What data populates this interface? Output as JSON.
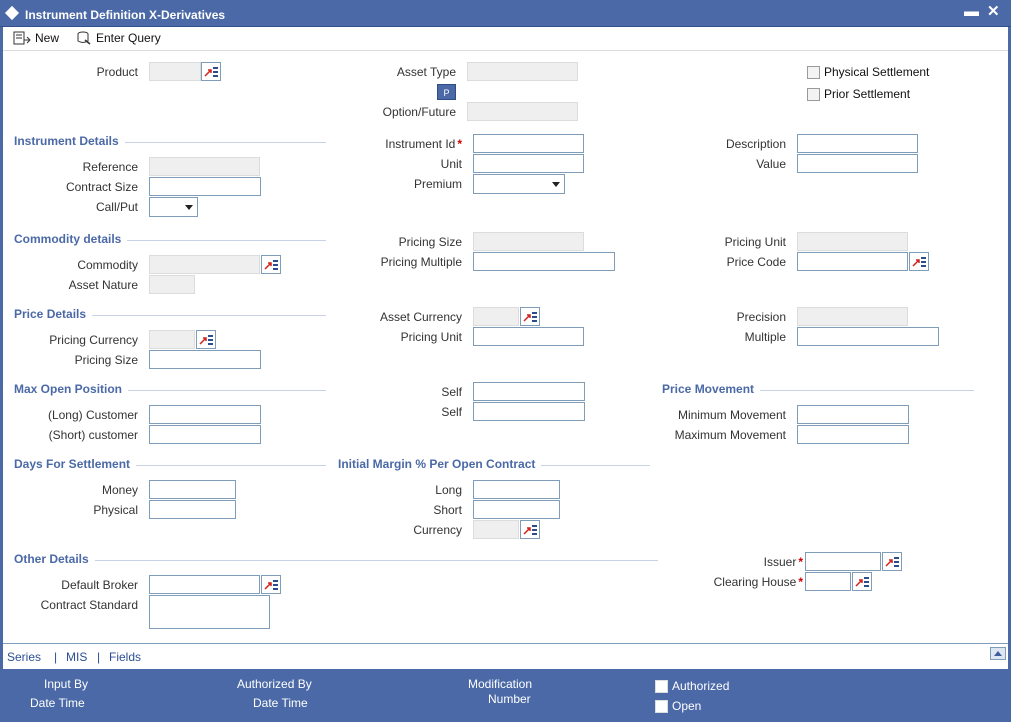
{
  "window": {
    "title": "Instrument Definition X-Derivatives",
    "minimize": "▬",
    "close": "✕"
  },
  "toolbar": {
    "new_label": "New",
    "enter_query_label": "Enter Query"
  },
  "header": {
    "product_label": "Product",
    "asset_type_label": "Asset Type",
    "p_button": "P",
    "option_future_label": "Option/Future",
    "physical_settlement_label": "Physical Settlement",
    "prior_settlement_label": "Prior Settlement"
  },
  "instrument_details": {
    "title": "Instrument Details",
    "reference_label": "Reference",
    "contract_size_label": "Contract Size",
    "call_put_label": "Call/Put",
    "instrument_id_label": "Instrument Id",
    "unit_label": "Unit",
    "premium_label": "Premium",
    "description_label": "Description",
    "value_label": "Value"
  },
  "commodity_details": {
    "title": "Commodity details",
    "commodity_label": "Commodity",
    "asset_nature_label": "Asset Nature",
    "pricing_size_label": "Pricing Size",
    "pricing_multiple_label": "Pricing Multiple",
    "pricing_unit_label": "Pricing Unit",
    "price_code_label": "Price Code"
  },
  "price_details": {
    "title": "Price Details",
    "pricing_currency_label": "Pricing Currency",
    "pricing_size_label": "Pricing Size",
    "asset_currency_label": "Asset Currency",
    "pricing_unit_label": "Pricing Unit",
    "precision_label": "Precision",
    "multiple_label": "Multiple"
  },
  "max_open_position": {
    "title": "Max Open Position",
    "long_customer_label": "(Long) Customer",
    "short_customer_label": "(Short) customer",
    "self_long_label": "Self",
    "self_short_label": "Self"
  },
  "price_movement": {
    "title": "Price Movement",
    "minimum_label": "Minimum Movement",
    "maximum_label": "Maximum Movement"
  },
  "days_for_settlement": {
    "title": "Days For Settlement",
    "money_label": "Money",
    "physical_label": "Physical"
  },
  "initial_margin": {
    "title": "Initial Margin % Per Open Contract",
    "long_label": "Long",
    "short_label": "Short",
    "currency_label": "Currency"
  },
  "other_details": {
    "title": "Other Details",
    "default_broker_label": "Default Broker",
    "contract_standard_label": "Contract Standard",
    "issuer_label": "Issuer",
    "clearing_house_label": "Clearing House"
  },
  "required_mark": "*",
  "bottom_links": {
    "series": "Series",
    "mis": "MIS",
    "fields": "Fields",
    "separator": "|"
  },
  "footer": {
    "input_by": "Input By",
    "date_time_1": "Date Time",
    "authorized_by": "Authorized By",
    "date_time_2": "Date Time",
    "modification": "Modification",
    "number": "Number",
    "authorized": "Authorized",
    "open": "Open"
  },
  "colors": {
    "accent": "#4a69a6",
    "section_title": "#4a69a6",
    "required": "#cc0000"
  }
}
